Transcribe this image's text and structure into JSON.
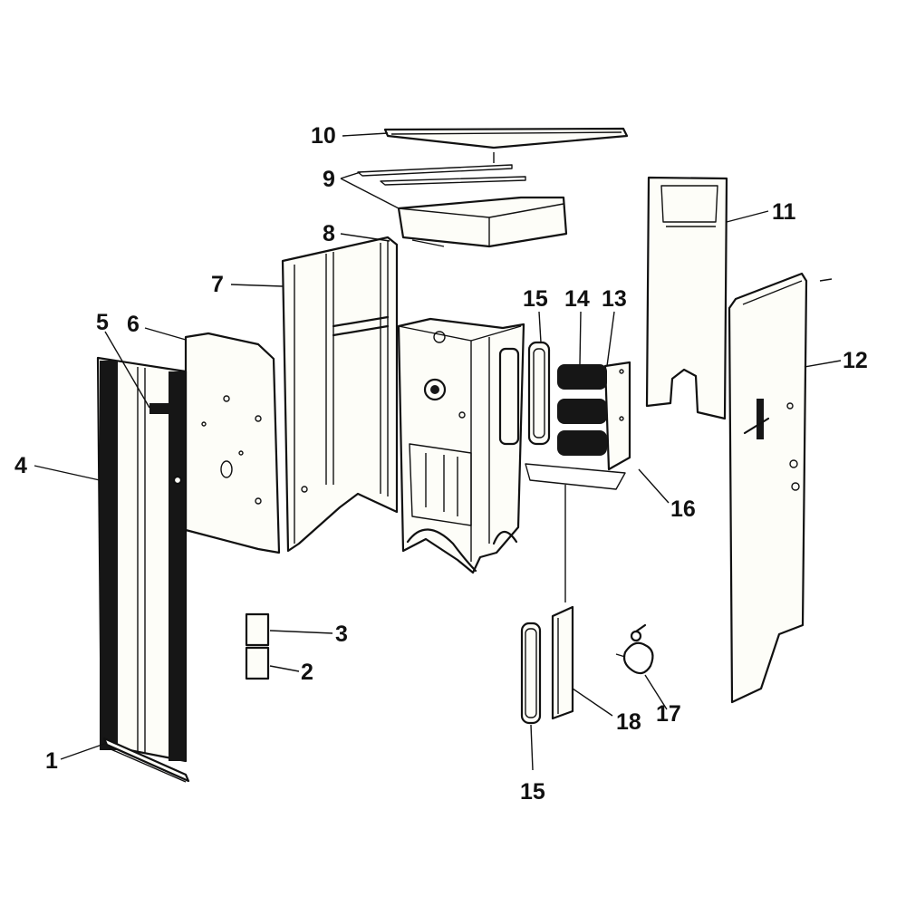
{
  "diagram": {
    "labels": {
      "l1": "1",
      "l2": "2",
      "l3": "3",
      "l4": "4",
      "l5": "5",
      "l6": "6",
      "l7": "7",
      "l8": "8",
      "l9": "9",
      "l10": "10",
      "l11": "11",
      "l12": "12",
      "l13": "13",
      "l14": "14",
      "l15a": "15",
      "l15b": "15",
      "l16": "16",
      "l17": "17",
      "l18": "18"
    }
  }
}
